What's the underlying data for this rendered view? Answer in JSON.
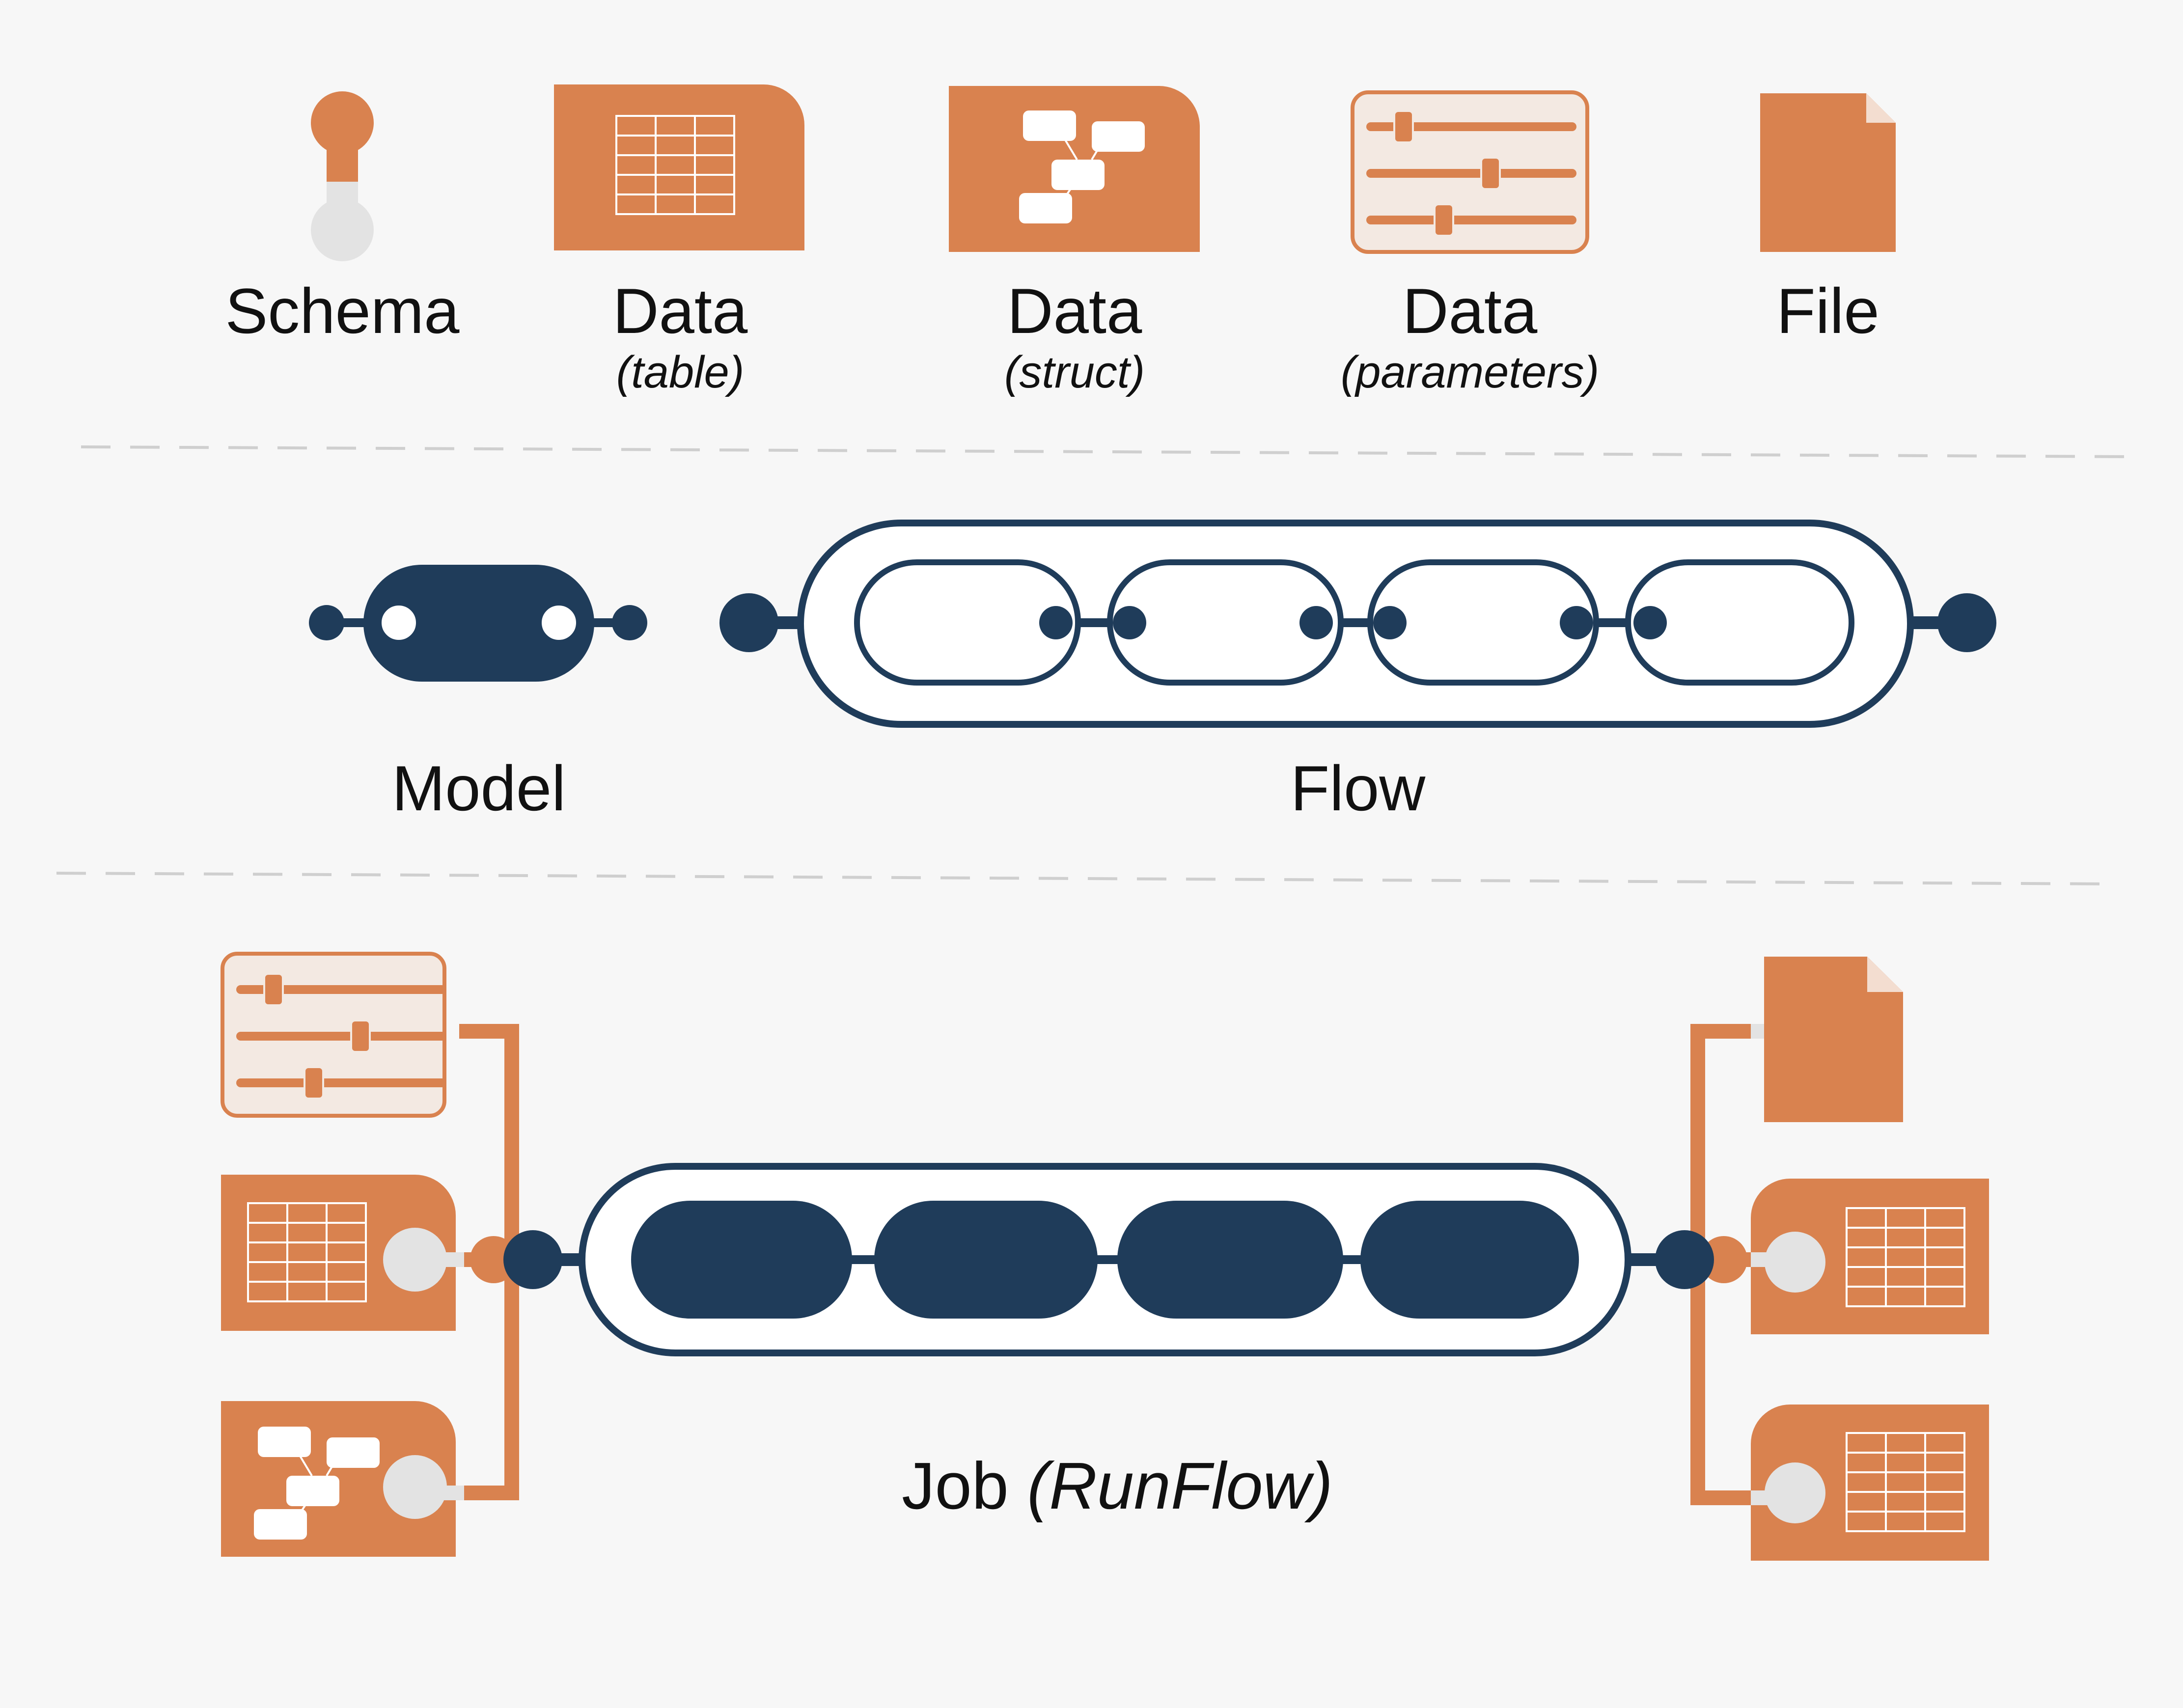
{
  "legend": {
    "schema": {
      "label": "Schema"
    },
    "data_table": {
      "label": "Data",
      "sublabel": "(table)"
    },
    "data_struct": {
      "label": "Data",
      "sublabel": "(struct)"
    },
    "data_parameters": {
      "label": "Data",
      "sublabel": "(parameters)"
    },
    "file": {
      "label": "File"
    }
  },
  "compute": {
    "model": {
      "label": "Model"
    },
    "flow": {
      "label": "Flow"
    }
  },
  "job": {
    "label": "Job",
    "label_italic": "(RunFlow)"
  },
  "colors": {
    "orange": "#d9824f",
    "navy": "#1f3c5a",
    "light_gray": "#e3e3e3",
    "divider": "#cfcfcf",
    "background": "#f7f7f7"
  }
}
